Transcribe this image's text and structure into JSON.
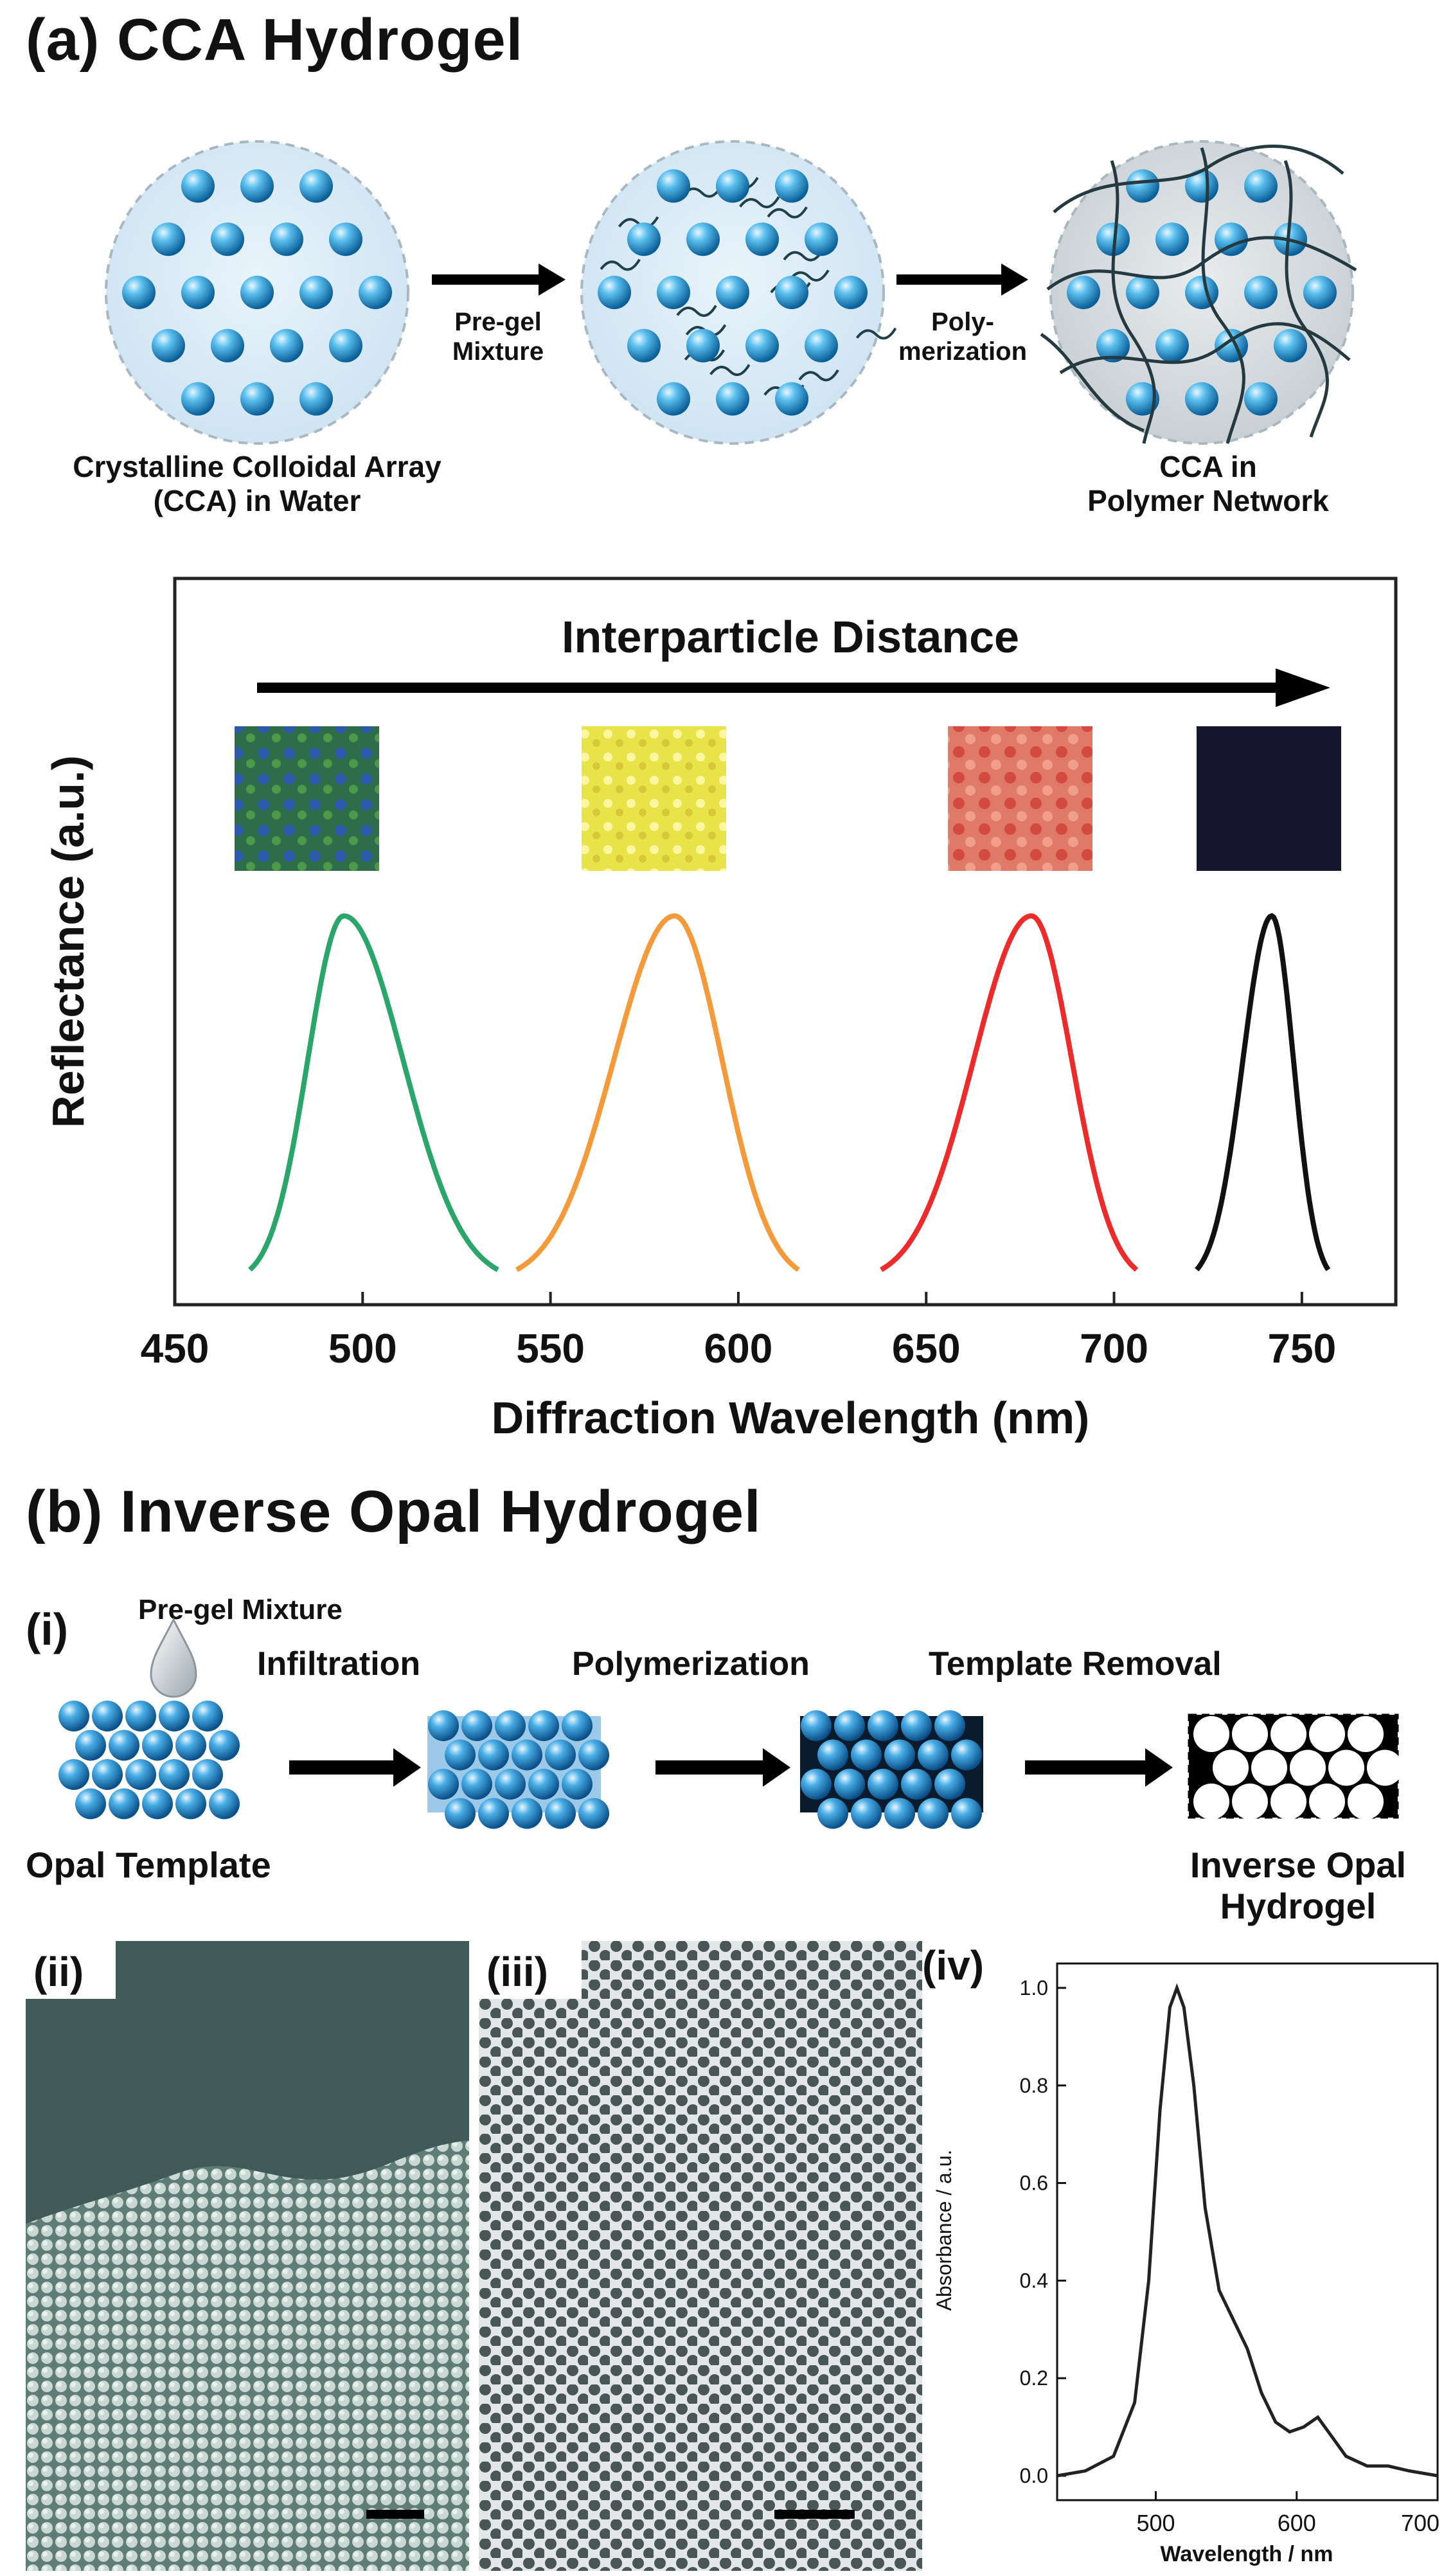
{
  "panel_a": {
    "title": "(a) CCA Hydrogel",
    "schematic": {
      "left_caption": [
        "Crystalline Colloidal Array",
        "(CCA) in Water"
      ],
      "arrow1_label": [
        "Pre-gel",
        "Mixture"
      ],
      "arrow2_label": [
        "Poly-",
        "merization"
      ],
      "right_caption": [
        "CCA in",
        "Polymer Network"
      ]
    },
    "arrow_label": "Interparticle Distance",
    "swatch_colors": [
      "#2f6d4a",
      "#e9e34a",
      "#e07a68",
      "#15152e"
    ]
  },
  "panel_b": {
    "title": "(b) Inverse Opal Hydrogel",
    "sub_i": "(i)",
    "sub_ii": "(ii)",
    "sub_iii": "(iii)",
    "sub_iv": "(iv)",
    "drop_label": "Pre-gel Mixture",
    "steps": [
      "Infiltration",
      "Polymerization",
      "Template Removal"
    ],
    "opal_template": "Opal Template",
    "inverse_label": [
      "Inverse Opal",
      "Hydrogel"
    ]
  },
  "chart_data": [
    {
      "type": "line",
      "xlabel": "Diffraction Wavelength (nm)",
      "ylabel": "Reflectance (a.u.)",
      "xlim": [
        450,
        775
      ],
      "xticks": [
        "450",
        "500",
        "550",
        "600",
        "650",
        "700",
        "750"
      ],
      "series": [
        {
          "color": "#2aa66a",
          "peak": 495,
          "start": 470,
          "end": 536,
          "height": 1.0
        },
        {
          "color": "#f59a3a",
          "peak": 583,
          "start": 541,
          "end": 616,
          "height": 1.0
        },
        {
          "color": "#ee2b2b",
          "peak": 678,
          "start": 638,
          "end": 706,
          "height": 1.0
        },
        {
          "color": "#111111",
          "peak": 742,
          "start": 722,
          "end": 757,
          "height": 1.0
        }
      ]
    },
    {
      "type": "line",
      "xlabel": "Wavelength / nm",
      "ylabel": "Absorbance / a.u.",
      "xlim": [
        430,
        700
      ],
      "ylim": [
        -0.05,
        1.05
      ],
      "xticks": [
        "500",
        "600",
        "700"
      ],
      "yticks": [
        "0.0",
        "0.2",
        "0.4",
        "0.6",
        "0.8",
        "1.0"
      ],
      "series": [
        {
          "x": [
            430,
            450,
            470,
            485,
            495,
            503,
            510,
            515,
            520,
            527,
            535,
            545,
            555,
            565,
            575,
            585,
            595,
            605,
            615,
            625,
            635,
            650,
            665,
            680,
            700
          ],
          "y": [
            0.0,
            0.01,
            0.04,
            0.15,
            0.4,
            0.75,
            0.96,
            1.0,
            0.96,
            0.8,
            0.55,
            0.38,
            0.32,
            0.26,
            0.17,
            0.11,
            0.09,
            0.1,
            0.12,
            0.08,
            0.04,
            0.02,
            0.02,
            0.01,
            0.0
          ]
        }
      ]
    }
  ]
}
